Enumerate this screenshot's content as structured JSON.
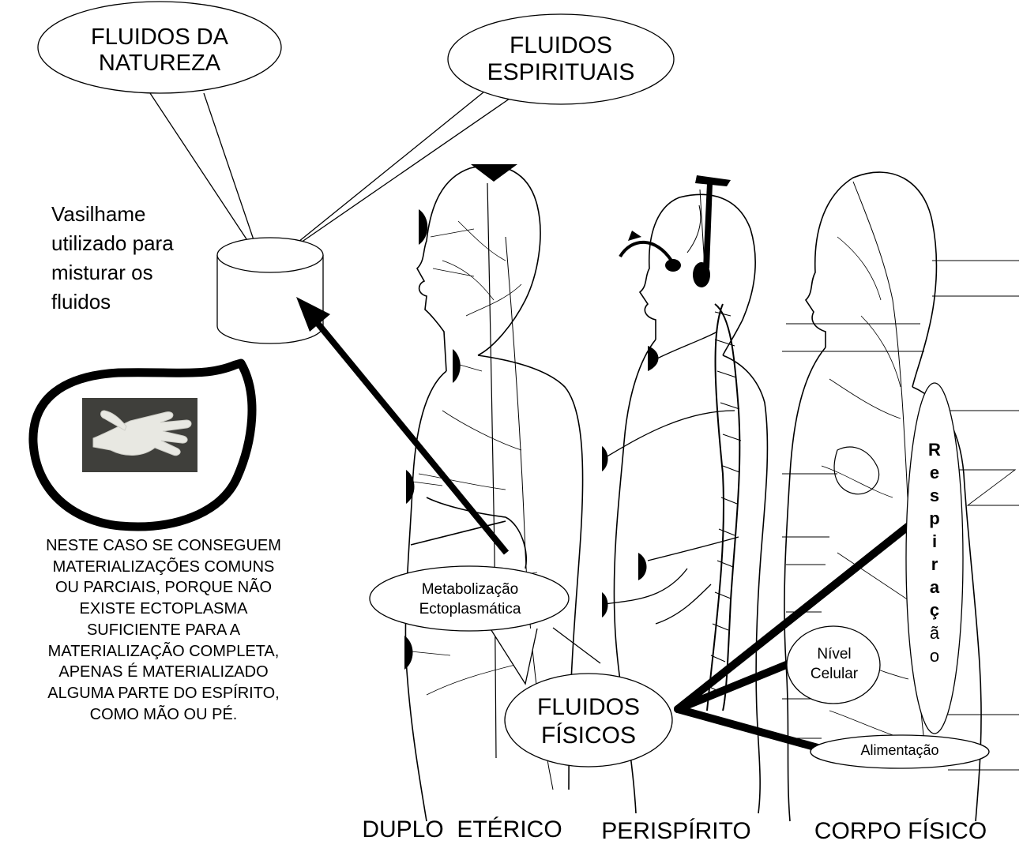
{
  "bubble_natureza": [
    "FLUIDOS DA",
    "NATUREZA"
  ],
  "bubble_espirituais": [
    "FLUIDOS",
    "ESPIRITUAIS"
  ],
  "vessel_label": [
    "Vasilhame",
    "utilizado para",
    "misturar os",
    "fluidos"
  ],
  "note_text": [
    "NESTE CASO SE CONSEGUEM",
    "MATERIALIZAÇÕES COMUNS",
    "OU PARCIAIS, PORQUE NÃO",
    "EXISTE ECTOPLASMA",
    "SUFICIENTE PARA A",
    "MATERIALIZAÇÃO COMPLETA,",
    "APENAS É MATERIALIZADO",
    "ALGUMA PARTE DO ESPÍRITO,",
    "COMO MÃO OU PÉ."
  ],
  "metabolizacao": [
    "Metabolização",
    "Ectoplasmática"
  ],
  "fluidos_fisicos": [
    "FLUIDOS",
    "FÍSICOS"
  ],
  "nivel_celular": [
    "Nível",
    "Celular"
  ],
  "alimentacao": "Alimentação",
  "respiracao_letters": [
    "R",
    "e",
    "s",
    "p",
    "i",
    "r",
    "a",
    "ç",
    "ã",
    "o"
  ],
  "figure_labels": {
    "duplo_eterico": "DUPLO  ETÉRICO",
    "perispirito": "PERISPÍRITO",
    "corpo_fisico": "CORPO FÍSICO"
  },
  "colors": {
    "ink": "#000000",
    "paper": "#ffffff",
    "photo_bg": "#3f3f3b",
    "glove": "#e8e8e2"
  }
}
